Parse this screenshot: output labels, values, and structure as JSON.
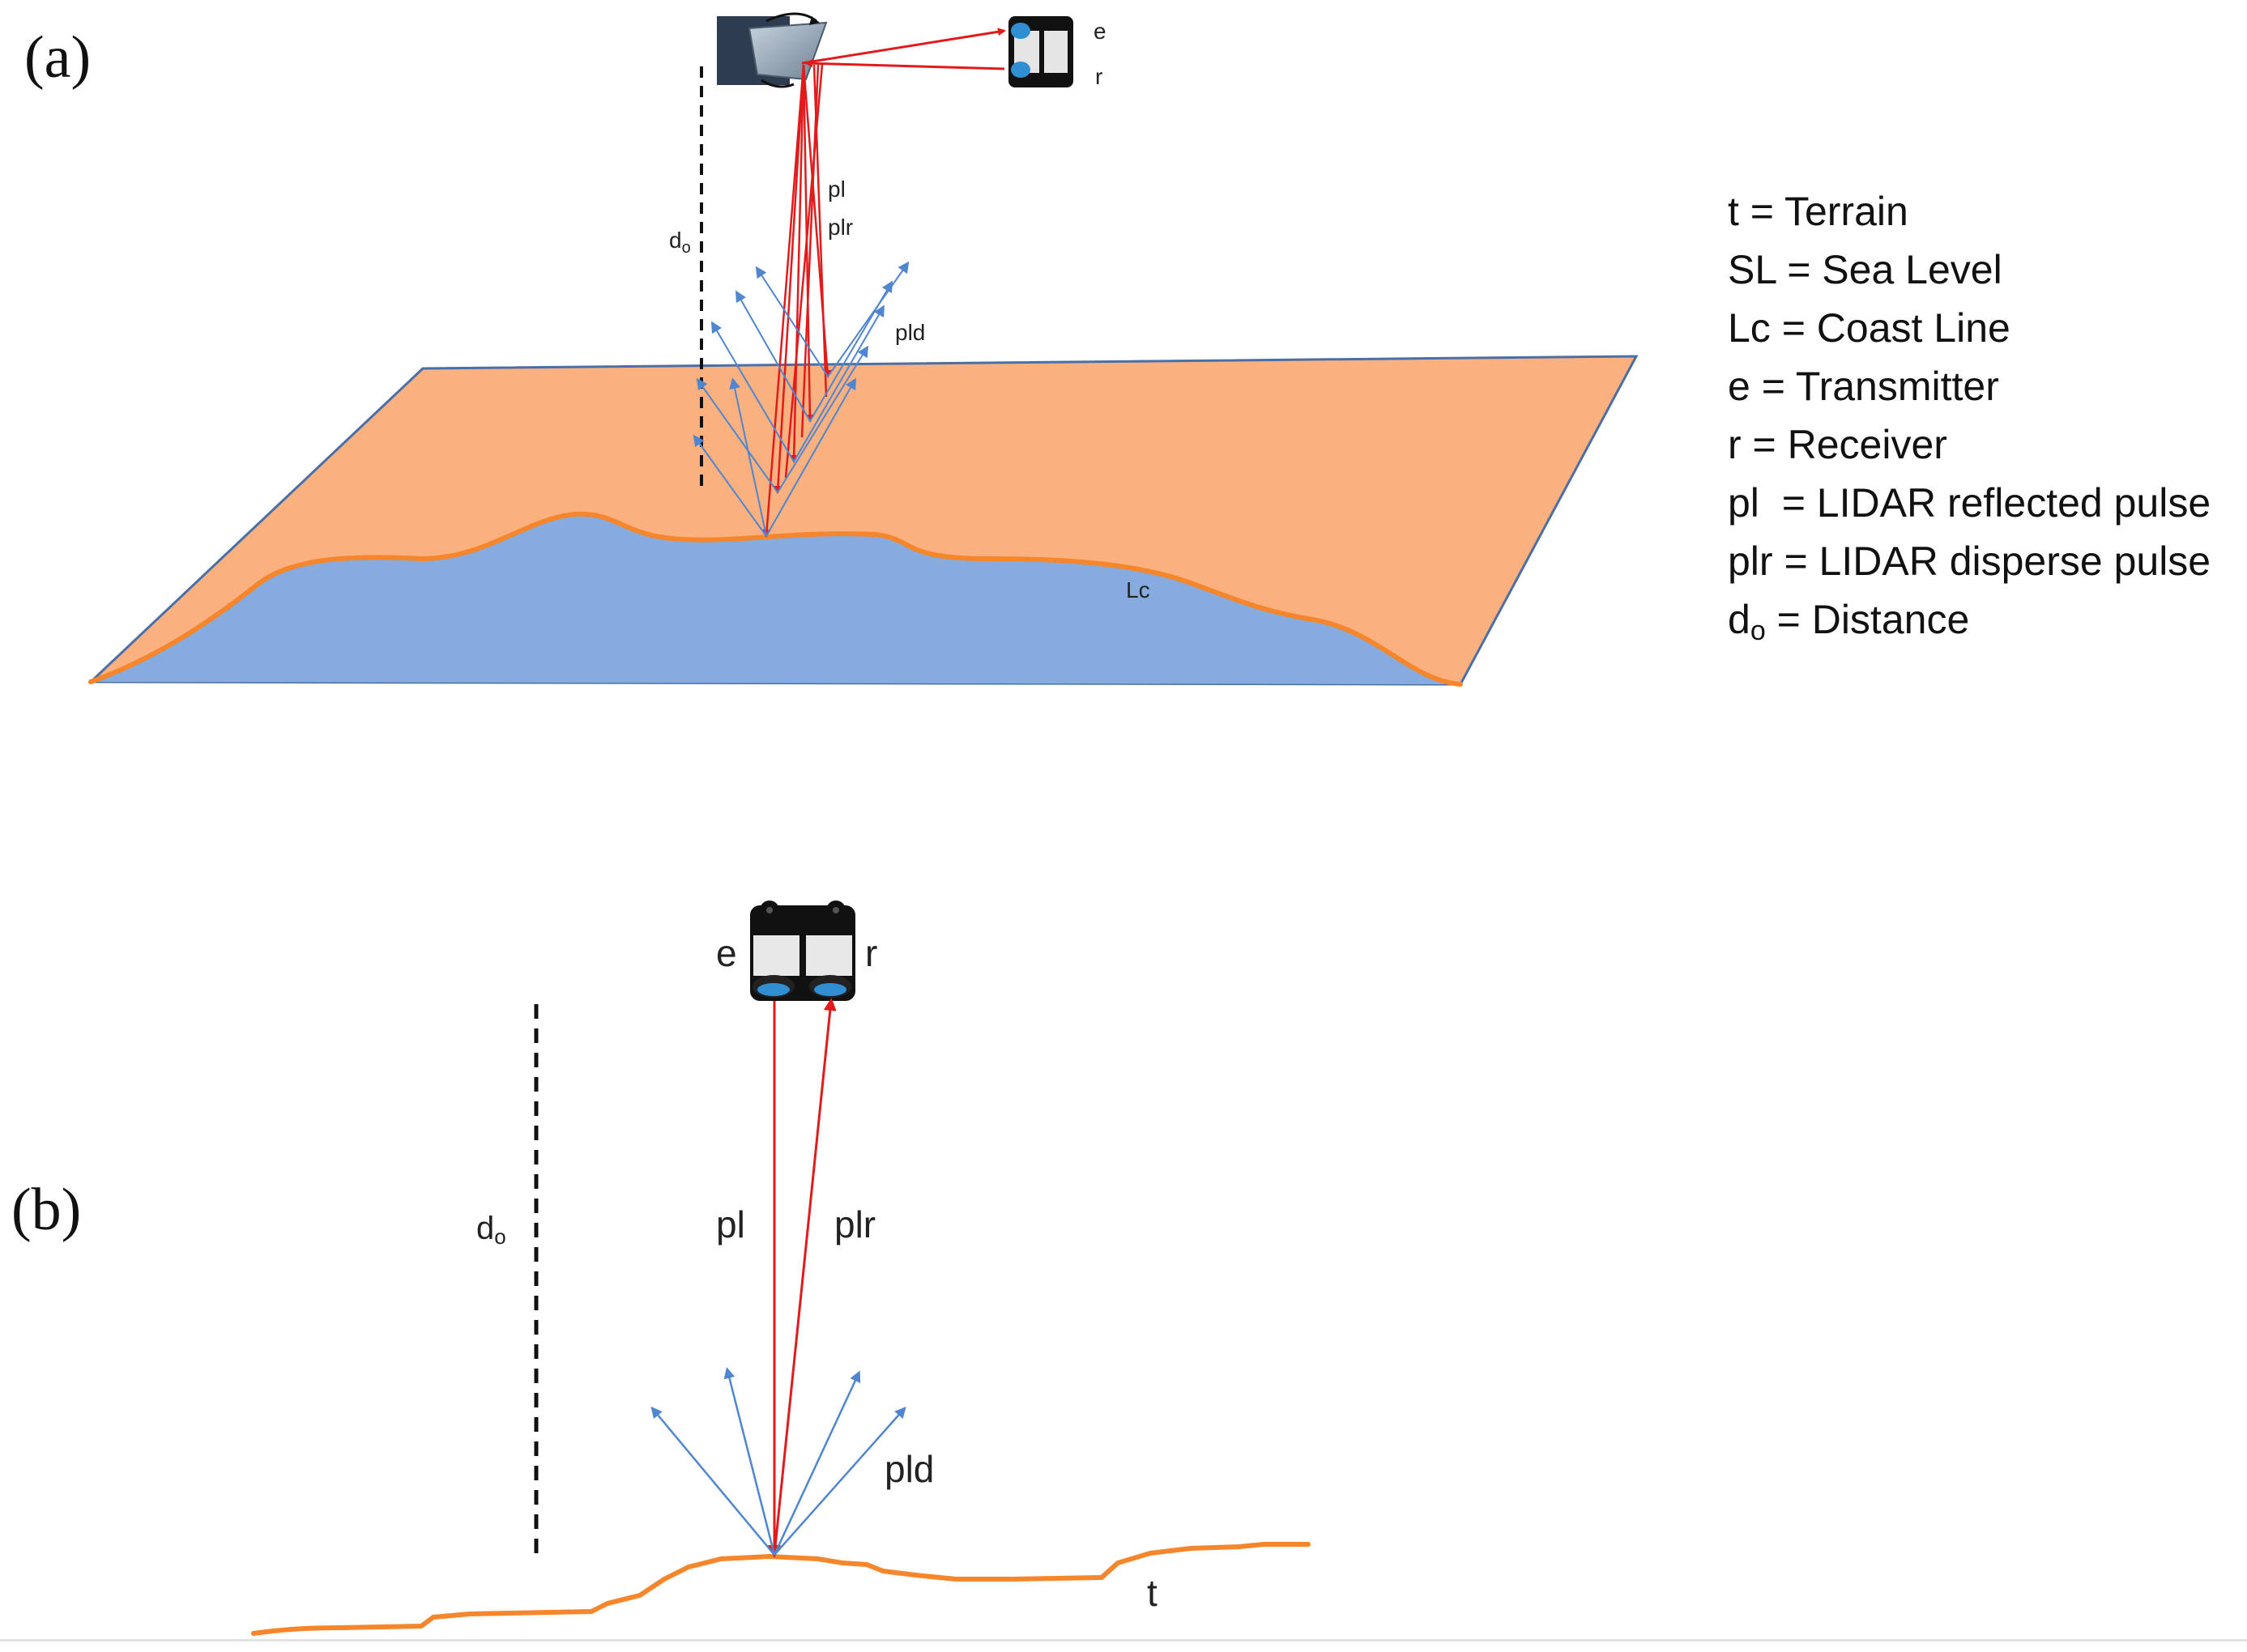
{
  "panels": {
    "a_label": "(a)",
    "b_label": "(b)"
  },
  "panel_a": {
    "labels": {
      "e": "e",
      "r": "r",
      "pl": "pl",
      "plr": "plr",
      "d_main": "d",
      "d_sub": "o",
      "pld": "pld",
      "lc": "Lc"
    }
  },
  "panel_b": {
    "labels": {
      "e": "e",
      "r": "r",
      "pl": "pl",
      "plr": "plr",
      "d_main": "d",
      "d_sub": "o",
      "pld": "pld",
      "t": "t"
    }
  },
  "legend": {
    "items": [
      {
        "text": "t = Terrain"
      },
      {
        "text": "SL = Sea Level"
      },
      {
        "text": "Lc = Coast Line"
      },
      {
        "text": "e = Transmitter"
      },
      {
        "text": "r = Receiver"
      },
      {
        "text": "pl  = LIDAR reflected pulse"
      },
      {
        "text": "plr = LIDAR disperse pulse"
      },
      {
        "main": "d",
        "sub": "o",
        "rest": " = Distance"
      }
    ]
  },
  "colors": {
    "terrain": "#fbb07f",
    "sea": "#85abdf",
    "coastline": "#f6862b",
    "pulse": "#e11b1b",
    "disperse": "#4f86cf",
    "sensor": "#111111",
    "lens": "#2f8fd2",
    "camera_body": "#2d3c4f",
    "camera_lens": "#9aa9b8"
  }
}
